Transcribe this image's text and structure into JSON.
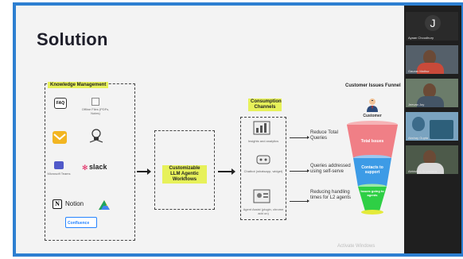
{
  "slide": {
    "title": "Solution",
    "knowledge_management": {
      "heading": "Knowledge Management",
      "faq_label": "FAQ",
      "offline_files": "Offline Files (PDFs, Notes)",
      "microsoft_teams": "Microsoft Teams",
      "slack": "slack",
      "notion": "Notion",
      "confluence": "Confluence"
    },
    "workflow": {
      "heading": "Customizable LLM Agentic Workflows"
    },
    "consumption": {
      "heading": "Consumption Channels",
      "items": [
        {
          "label": "Insights and analytics",
          "outcome": "Reduce Total Queries"
        },
        {
          "label": "Chatbot (whatsapp, widget)",
          "outcome": "Queries addressed using self-serve"
        },
        {
          "label": "Agent Assist (plugin, chrome add on)",
          "outcome": "Reducing handling times for L2 agents"
        }
      ]
    },
    "funnel": {
      "heading": "Customer Issues Funnel",
      "customer_label": "Customer",
      "levels": [
        {
          "label": "Total Issues",
          "color": "#f07f86"
        },
        {
          "label": "Contacts to support",
          "color": "#3d9be6"
        },
        {
          "label": "Issues going to agents",
          "color": "#2ecf45"
        }
      ]
    },
    "watermark": "Activate Windows"
  },
  "participants": [
    {
      "name": "",
      "letter": "J"
    },
    {
      "name": "Ayaan Choudhury"
    },
    {
      "name": "Gaurav Mathur"
    },
    {
      "name": "Jeevan Joy"
    },
    {
      "name": "Akshay Gupta"
    },
    {
      "name": "Abhishek Srivastava"
    }
  ],
  "colors": {
    "frame": "#2d7fd1",
    "highlight": "#e7f15a"
  }
}
